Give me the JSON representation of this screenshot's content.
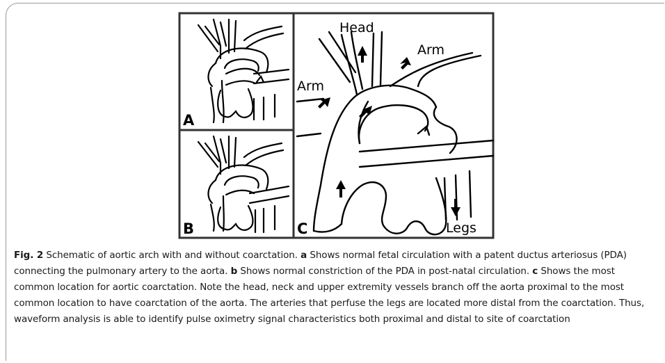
{
  "figure": {
    "panels": [
      {
        "letter": "A"
      },
      {
        "letter": "B"
      },
      {
        "letter": "C"
      }
    ],
    "labels": {
      "head": "Head",
      "arm_left": "Arm",
      "arm_right": "Arm",
      "legs": "Legs"
    },
    "colors": {
      "stroke": "#000000",
      "frame": "#3a3a3a"
    }
  },
  "caption": {
    "figure_label": "Fig. 2",
    "intro": "Schematic of aortic arch with and without coarctation.",
    "a_label": "a",
    "a_text": "Shows normal fetal circulation with a patent ductus arteriosus (PDA) connecting the pulmonary artery to the aorta.",
    "b_label": "b",
    "b_text": "Shows normal constriction of the PDA in post-natal circulation.",
    "c_label": "c",
    "c_text": "Shows the most common location for aortic coarctation. Note the head, neck and upper extremity vessels branch off the aorta proximal to the most common location to have coarctation of the aorta. The arteries that perfuse the legs are located more distal from the coarctation. Thus, waveform analysis is able to identify pulse oximetry signal characteristics both proximal and distal to site of coarctation"
  }
}
